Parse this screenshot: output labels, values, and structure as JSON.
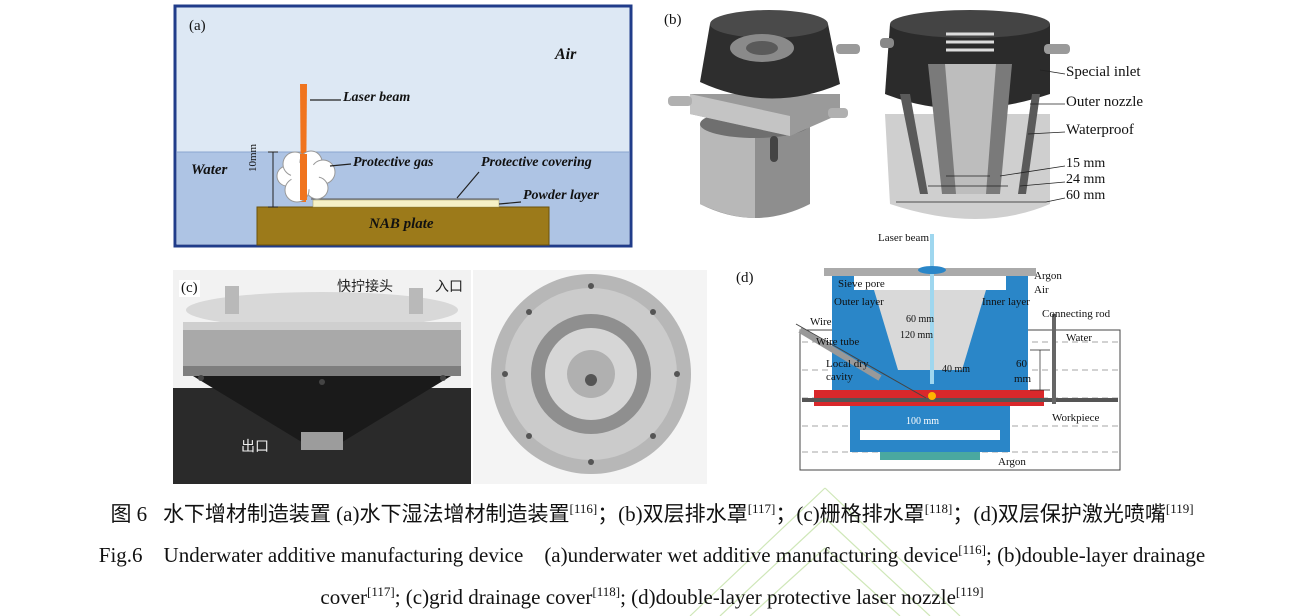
{
  "panel_a": {
    "label": "(a)",
    "air": "Air",
    "water": "Water",
    "laser_beam": "Laser beam",
    "protective_gas": "Protective gas",
    "protective_covering": "Protective covering",
    "powder_layer": "Powder layer",
    "plate": "NAB plate",
    "dimension": "10mm"
  },
  "panel_b": {
    "label": "(b)",
    "special_inlet": "Special inlet",
    "outer_nozzle": "Outer nozzle",
    "waterproof": "Waterproof",
    "dim1": "15 mm",
    "dim2": "24 mm",
    "dim3": "60 mm"
  },
  "panel_c": {
    "label": "(c)",
    "fitting": "快拧接头",
    "inlet": "入口",
    "outlet": "出口"
  },
  "panel_d": {
    "label": "(d)",
    "laser_beam": "Laser beam",
    "argon_top": "Argon",
    "sieve_pore": "Sieve pore",
    "air": "Air",
    "outer_layer": "Outer layer",
    "inner_layer": "Inner layer",
    "connecting_rod": "Connecting rod",
    "wire": "Wire",
    "wire_tube": "Wire tube",
    "water": "Water",
    "local_dry": "Local dry",
    "cavity": "cavity",
    "dim_60mm_a": "60 mm",
    "dim_120mm": "120 mm",
    "dim_40mm": "40 mm",
    "dim_60": "60",
    "dim_mm": "mm",
    "workpiece": "Workpiece",
    "dim_100mm": "100 mm",
    "argon_bottom": "Argon"
  },
  "caption": {
    "cn_fig": "图 6",
    "cn_title": "水下增材制造装置 (a)水下湿法增材制造装置",
    "ref116": "[116]",
    "cn_b": "；(b)双层排水罩",
    "ref117": "[117]",
    "cn_c": "；(c)栅格排水罩",
    "ref118": "[118]",
    "cn_d": "；(d)双层保护激光喷嘴",
    "ref119": "[119]",
    "en_fig": "Fig.6",
    "en_title": "Underwater additive manufacturing device",
    "en_a": "(a)underwater wet additive manufacturing device",
    "en_b": "; (b)double-layer drainage",
    "en_b2": "cover",
    "en_c": "; (c)grid drainage cover",
    "en_d": "; (d)double-layer protective laser nozzle"
  }
}
